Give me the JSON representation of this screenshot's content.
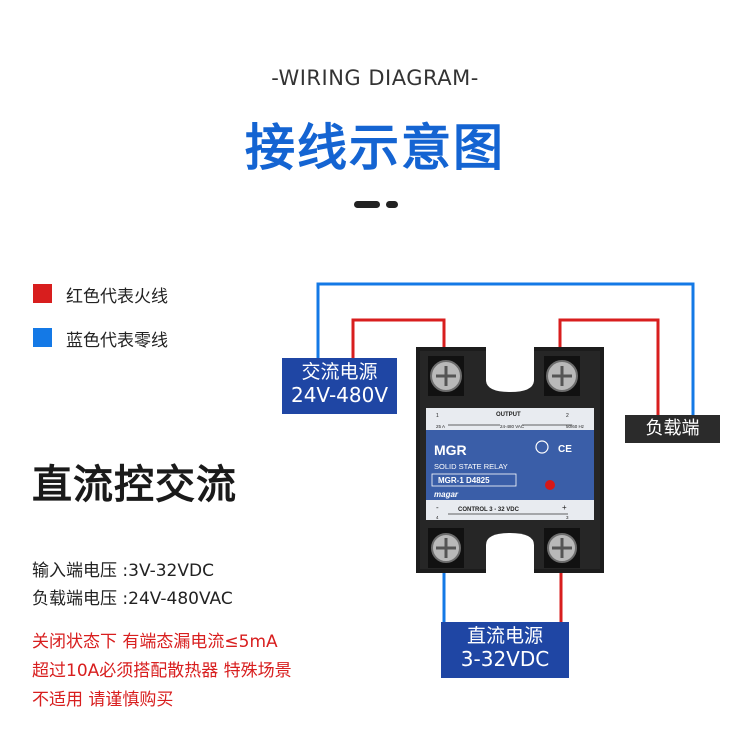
{
  "header": {
    "subtitle": "-WIRING DIAGRAM-",
    "title": "接线示意图"
  },
  "legend": [
    {
      "color": "#d81e1e",
      "label": "红色代表火线"
    },
    {
      "color": "#1479e6",
      "label": "蓝色代表零线"
    }
  ],
  "labels": {
    "ac_power_line1": "交流电源",
    "ac_power_line2": "24V-480V",
    "load": "负载端",
    "dc_power_line1": "直流电源",
    "dc_power_line2": "3-32VDC"
  },
  "relay": {
    "brand": "MGR",
    "type_text": "SOLID STATE RELAY",
    "model": "MGR-1  D4825",
    "maker": "magar",
    "output_label": "OUTPUT",
    "output_rating": "24-480 VAC",
    "output_current": "25 A",
    "output_freq": "50/60 Hz",
    "terminal_1": "1",
    "terminal_2": "2",
    "terminal_3": "3",
    "terminal_4": "4",
    "control_label": "CONTROL 3 - 32 VDC",
    "minus": "-",
    "plus": "+",
    "ce": "CE"
  },
  "info": {
    "heading": "直流控交流",
    "input_voltage": "输入端电压 :3V-32VDC",
    "load_voltage": "负载端电压 :24V-480VAC",
    "notes": [
      "关闭状态下 有端态漏电流≤5mA",
      "超过10A必须搭配散热器 特殊场景",
      "不适用 请谨慎购买"
    ]
  },
  "colors": {
    "title_blue": "#1464d2",
    "hot_red": "#d81e1e",
    "neutral_blue": "#1479e6",
    "label_navy": "#1f46a4",
    "label_dark": "#2b2b2b",
    "relay_face": "#3a5ea8"
  }
}
